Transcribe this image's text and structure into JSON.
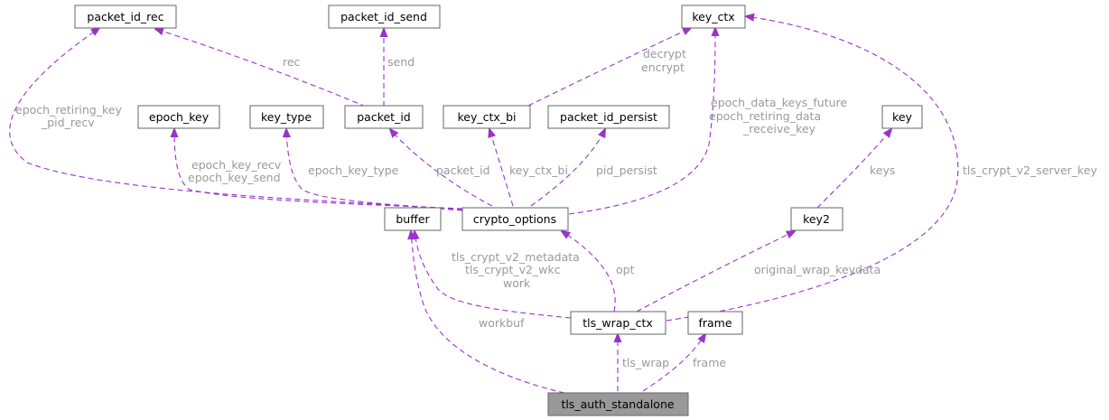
{
  "diagram": {
    "nodes": {
      "packet_id_rec": "packet_id_rec",
      "packet_id_send": "packet_id_send",
      "key_ctx": "key_ctx",
      "epoch_key": "epoch_key",
      "key_type": "key_type",
      "packet_id": "packet_id",
      "key_ctx_bi": "key_ctx_bi",
      "packet_id_persist": "packet_id_persist",
      "key": "key",
      "buffer": "buffer",
      "crypto_options": "crypto_options",
      "key2": "key2",
      "tls_wrap_ctx": "tls_wrap_ctx",
      "frame": "frame",
      "tls_auth_standalone": "tls_auth_standalone"
    },
    "edge_labels": {
      "rec": [
        "rec"
      ],
      "send": [
        "send"
      ],
      "decrypt_encrypt": [
        "decrypt",
        "encrypt"
      ],
      "epoch_retiring": [
        "epoch_retiring_key",
        "_pid_recv"
      ],
      "epoch_data_keys": [
        "epoch_data_keys_future",
        "epoch_retiring_data",
        "_receive_key"
      ],
      "epoch_key_recv": [
        "epoch_key_recv",
        "epoch_key_send"
      ],
      "epoch_key_type": [
        "epoch_key_type"
      ],
      "packet_id_lbl": [
        "packet_id"
      ],
      "key_ctx_bi_lbl": [
        "key_ctx_bi"
      ],
      "pid_persist": [
        "pid_persist"
      ],
      "keys": [
        "keys"
      ],
      "tls_crypt_v2_server_key": [
        "tls_crypt_v2_server_key"
      ],
      "tls_crypt_v2_meta": [
        "tls_crypt_v2_metadata",
        "tls_crypt_v2_wkc",
        "work"
      ],
      "opt": [
        "opt"
      ],
      "original_wrap_keydata": [
        "original_wrap_keydata"
      ],
      "workbuf": [
        "workbuf"
      ],
      "tls_wrap": [
        "tls_wrap"
      ],
      "frame_lbl": [
        "frame"
      ]
    }
  },
  "colors": {
    "edge": "#9a32cd",
    "label": "#9a9a9a",
    "root_fill": "#999999",
    "node_border": "#666666"
  }
}
